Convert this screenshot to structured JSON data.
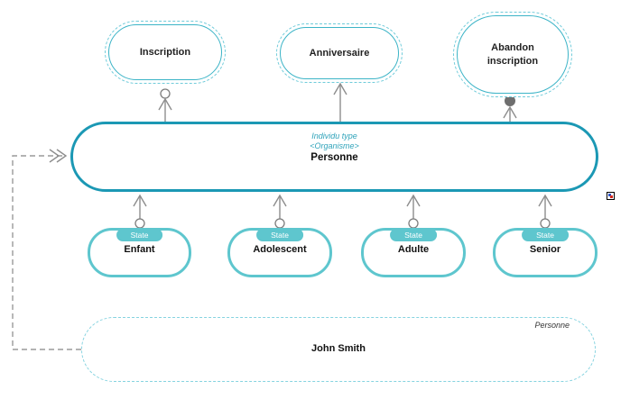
{
  "diagram": {
    "events": [
      {
        "label": "Inscription"
      },
      {
        "label": "Anniversaire"
      },
      {
        "label": "Abandon inscription"
      }
    ],
    "main_entity": {
      "stereotype_line1": "Individu type",
      "stereotype_line2": "<Organisme>",
      "name": "Personne"
    },
    "states": {
      "badge_label": "State",
      "items": [
        {
          "label": "Enfant"
        },
        {
          "label": "Adolescent"
        },
        {
          "label": "Adulte"
        },
        {
          "label": "Senior"
        }
      ]
    },
    "instance": {
      "type_label": "Personne",
      "name": "John Smith"
    },
    "colors": {
      "main-border": "#1b98b4",
      "event-border": "#3cb4c7",
      "event-dash": "#6fcbda",
      "state-accent": "#5ec6ce",
      "instance-dash": "#85d3e0",
      "connector-gray": "#8d8d8d",
      "stereotype-text": "#2fa3ba"
    }
  }
}
